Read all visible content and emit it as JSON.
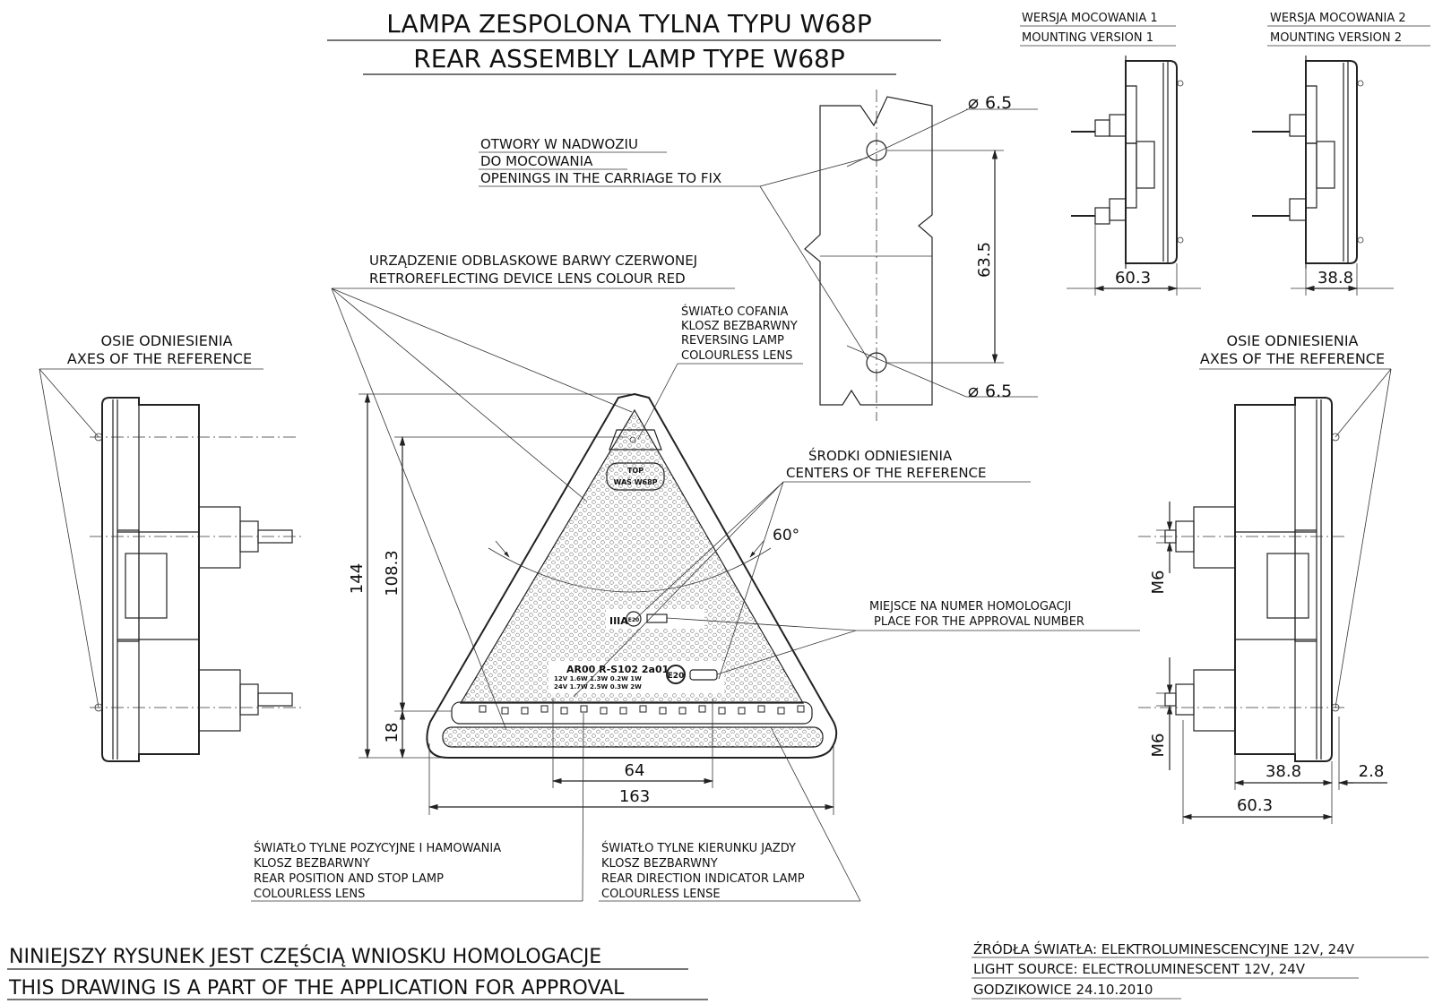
{
  "title": {
    "pl": "LAMPA ZESPOLONA TYLNA  TYPU W68P",
    "en": "REAR ASSEMBLY LAMP TYPE W68P"
  },
  "mounting_versions": [
    {
      "pl": "WERSJA MOCOWANIA 1",
      "en": "MOUNTING VERSION 1",
      "dimension": "60.3"
    },
    {
      "pl": "WERSJA MOCOWANIA 2",
      "en": "MOUNTING VERSION 2",
      "dimension": "38.8"
    }
  ],
  "labels": {
    "openings": [
      "OTWORY W NADWOZIU",
      "DO MOCOWANIA",
      "OPENINGS IN THE CARRIAGE TO FIX"
    ],
    "retroreflector": [
      "URZĄDZENIE ODBLASKOWE BARWY CZERWONEJ",
      "RETROREFLECTING DEVICE LENS COLOUR RED"
    ],
    "reversing": [
      "ŚWIATŁO COFANIA",
      "KLOSZ BEZBARWNY",
      "REVERSING LAMP",
      "COLOURLESS LENS"
    ],
    "axes_left": [
      "OSIE ODNIESIENIA",
      "AXES OF THE REFERENCE"
    ],
    "axes_right": [
      "OSIE ODNIESIENIA",
      "AXES OF THE REFERENCE"
    ],
    "centers": [
      "ŚRODKI ODNIESIENIA",
      "CENTERS OF THE REFERENCE"
    ],
    "approval_place": [
      "MIEJSCE NA NUMER HOMOLOGACJI",
      "PLACE FOR THE APPROVAL NUMBER"
    ],
    "rear_position": [
      "ŚWIATŁO TYLNE POZYCYJNE I HAMOWANIA",
      "KLOSZ BEZBARWNY",
      "REAR POSITION AND STOP LAMP",
      "COLOURLESS LENS"
    ],
    "direction": [
      "ŚWIATŁO TYLNE KIERUNKU JAZDY",
      "KLOSZ BEZBARWNY",
      "REAR DIRECTION INDICATOR LAMP",
      "COLOURLESS LENSE"
    ]
  },
  "dimensions": {
    "hole_top": "6.5",
    "hole_bottom": "6.5",
    "hole_spacing": "63.5",
    "height_total": "144",
    "height_reflector": "108.3",
    "height_strip": "18",
    "width_inner": "64",
    "width_total": "163",
    "angle": "60°",
    "thread_1": "M6",
    "thread_2": "M6",
    "depth_right": "38.8",
    "offset_right": "2.8",
    "depth_total_right": "60.3"
  },
  "lamp_markings": {
    "top_tag": [
      "TOP",
      "WAŚ W68P"
    ],
    "class_mark": "IIIA",
    "e_mark": "E20",
    "codes": "AR00  R-S102  2a01",
    "v12": "12V  1.6W   1.3W  0.2W   1W",
    "v24": "24V  1.7W   2.5W  0.3W   2W"
  },
  "footer": {
    "left": [
      "NINIEJSZY RYSUNEK JEST CZĘŚCIĄ WNIOSKU  HOMOLOGACJE",
      "THIS DRAWING IS A PART OF THE APPLICATION FOR  APPROVAL"
    ],
    "right": [
      "ŹRÓDŁA ŚWIATŁA: ELEKTROLUMINESCENCYJNE  12V, 24V",
      "LIGHT SOURCE: ELECTROLUMINESCENT  12V, 24V",
      "GODZIKOWICE 24.10.2010"
    ]
  }
}
